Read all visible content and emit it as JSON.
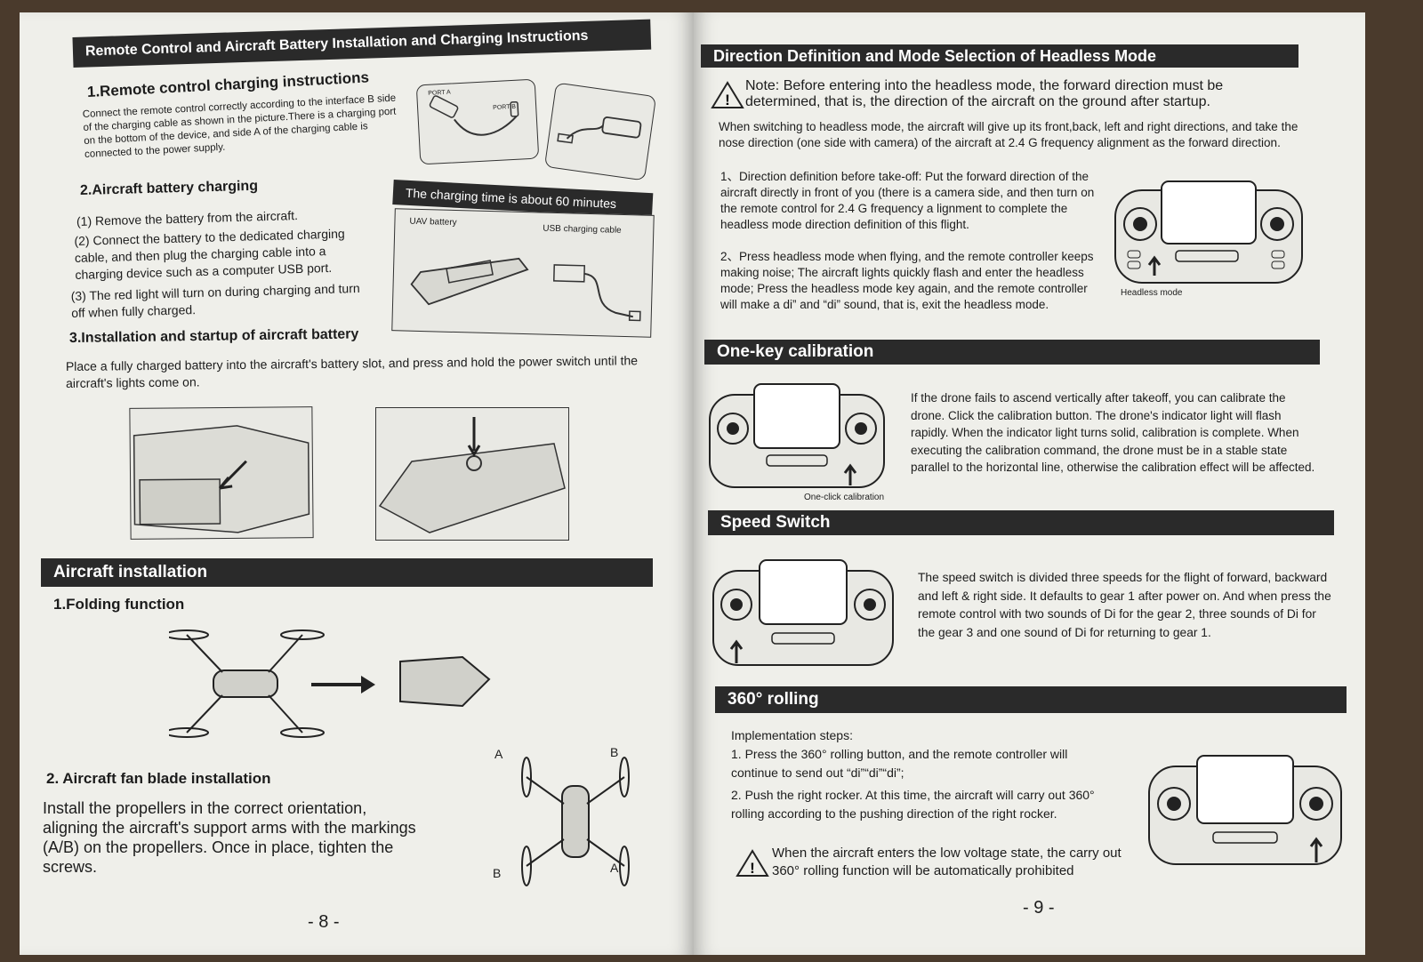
{
  "left_page": {
    "header": "Remote Control and Aircraft Battery Installation and Charging Instructions",
    "s1_title": "1.Remote control charging instructions",
    "s1_body": "Connect the remote control correctly according to the interface B side of the charging cable as shown in the picture.There is a charging port on the bottom of the device, and side A of the charging cable is connected to the power supply.",
    "port_a": "PORT A",
    "port_b": "PORT B",
    "s2_title": "2.Aircraft battery charging",
    "charging_time": "The charging time is about 60 minutes",
    "s2_items": [
      "(1) Remove the battery from the aircraft.",
      "(2) Connect the battery to the dedicated charging cable, and then plug the charging cable into a charging device such as a computer USB port.",
      "(3) The red light will turn on during charging and turn off when fully charged."
    ],
    "uav_battery": "UAV battery",
    "usb_cable": "USB charging cable",
    "s3_title": "3.Installation and startup of aircraft battery",
    "s3_body": "Place a fully charged battery into the aircraft's battery slot, and press and hold the power switch until the aircraft's lights come on.",
    "aircraft_install_bar": "Aircraft installation",
    "fold_title": "1.Folding function",
    "fan_title": "2. Aircraft fan blade installation",
    "fan_body": "Install the propellers in the correct orientation, aligning the aircraft's support arms with the markings (A/B) on the propellers. Once in place, tighten the screws.",
    "mark_a": "A",
    "mark_b": "B",
    "page_number": "- 8 -"
  },
  "right_page": {
    "header": "Direction Definition and Mode Selection of Headless Mode",
    "note": "Note: Before entering into the headless mode, the forward direction must be determined, that is, the direction of the aircraft on the ground after startup.",
    "intro": "When switching to headless mode, the aircraft will give up its front,back, left and right directions, and take the nose direction (one side with camera) of the aircraft at 2.4 G frequency alignment as the forward direction.",
    "items": [
      "1、Direction definition before take-off: Put the forward direction of the aircraft directly in front of you (there is a camera side, and then turn on the remote control for 2.4 G frequency a lignment to complete the headless mode direction definition of this flight.",
      "2、Press headless mode when flying, and the remote controller keeps making noise; The aircraft lights quickly flash and enter the headless mode; Press the headless mode key again, and the remote controller will make a di” and “di” sound, that is, exit the headless mode."
    ],
    "headless_label": "Headless mode",
    "calib_bar": "One-key calibration",
    "calib_body": "If the drone fails to ascend vertically after takeoff, you can calibrate the drone. Click the calibration button. The drone's indicator light will flash rapidly. When the indicator light turns solid, calibration is complete. When executing the calibration command, the drone must be in a stable state parallel to the horizontal line, otherwise the calibration effect will be affected.",
    "calib_label": "One-click calibration",
    "speed_bar": "Speed Switch",
    "speed_body": "The speed switch is divided three speeds for the flight of forward, backward and left & right side. It defaults to gear 1 after power on. And when press the remote control with two sounds of Di for the gear 2, three sounds of Di for the gear 3 and one sound of Di for returning to gear 1.",
    "rolling_bar": "360° rolling",
    "rolling_steps_title": "Implementation steps:",
    "rolling_steps": [
      "1. Press the 360° rolling button, and the remote controller will continue to send out “di”“di”“di”;",
      "2. Push the right rocker. At this time, the aircraft will carry out 360° rolling according to the pushing direction of the right rocker."
    ],
    "rolling_warning": "When the aircraft enters the low voltage state, the carry out 360° rolling function will be automatically prohibited",
    "page_number": "- 9 -"
  }
}
